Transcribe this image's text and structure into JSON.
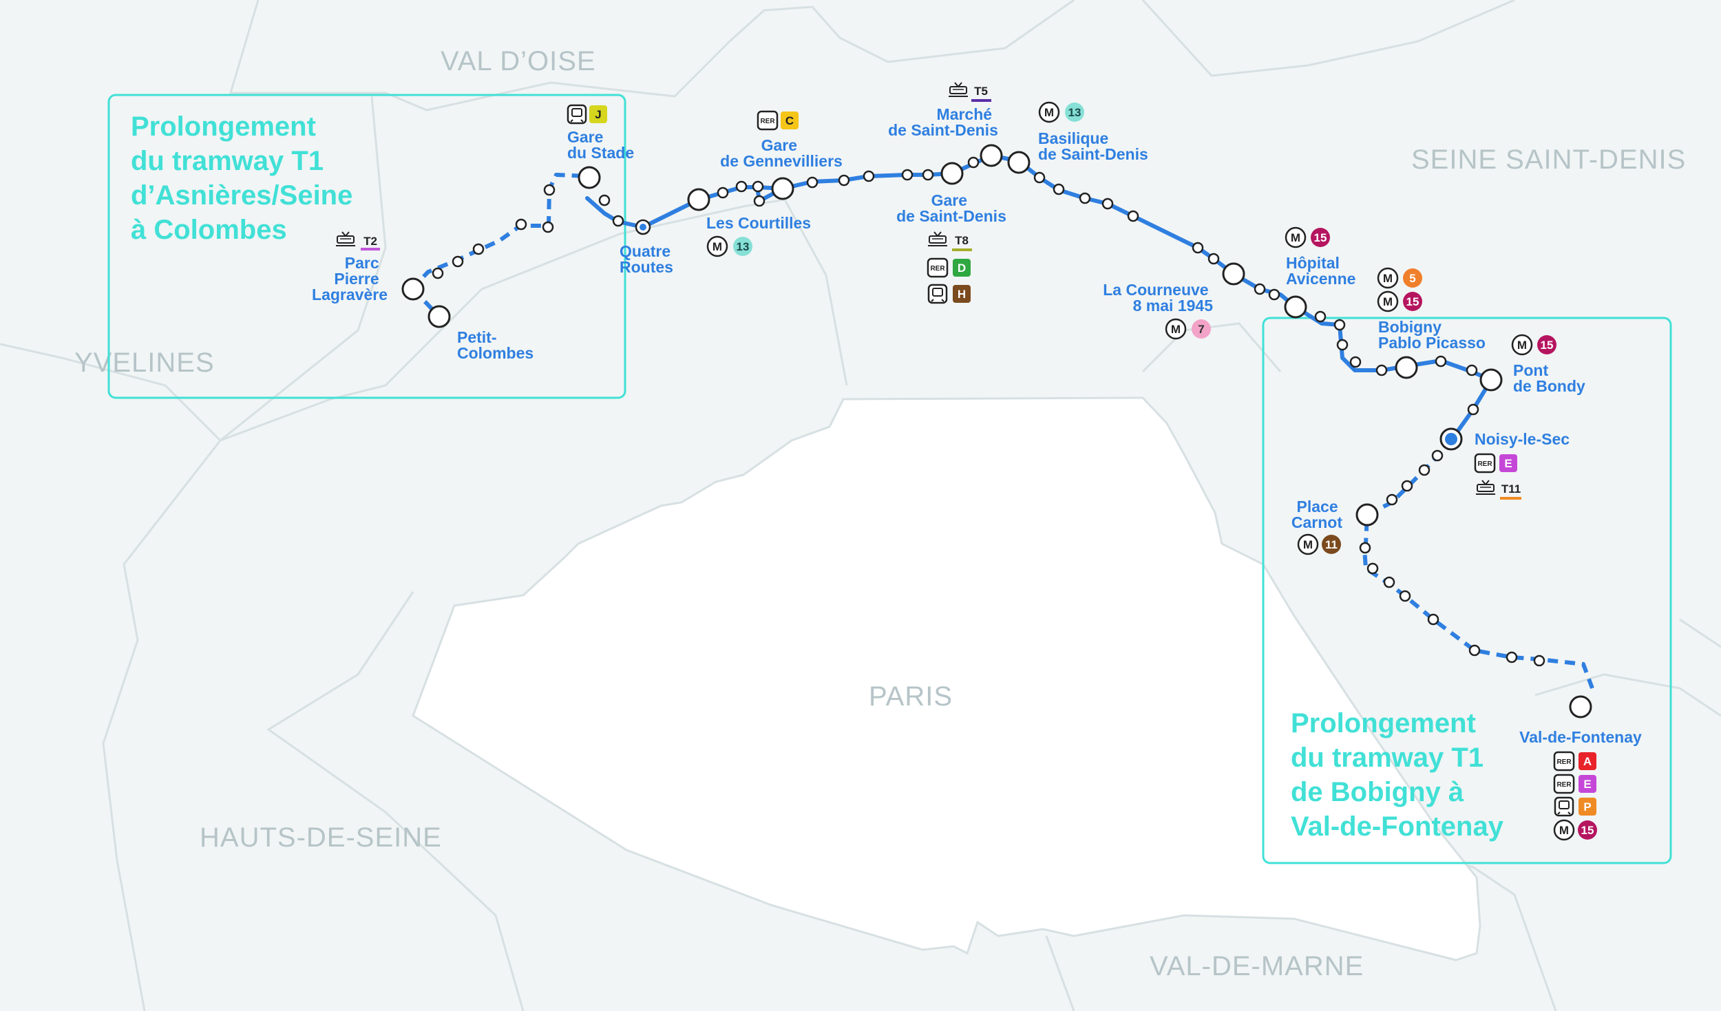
{
  "colors": {
    "background": "#f1f5f5",
    "paris": "#ffffff",
    "borders": "#d7e0e2",
    "line": "#2f7fe0",
    "extension_box": "#41e0d6",
    "label_grey": "#b6c4c8"
  },
  "departments": {
    "val_doise": "VAL D’OISE",
    "seine_saint_denis": "SEINE SAINT-DENIS",
    "yvelines": "YVELINES",
    "hauts_de_seine": "HAUTS-DE-SEINE",
    "val_de_marne": "VAL-DE-MARNE",
    "paris": "PARIS"
  },
  "extensions": {
    "west": {
      "title": [
        "Prolongement",
        "du tramway T1",
        "d’Asnières/Seine",
        "à Colombes"
      ]
    },
    "east": {
      "title": [
        "Prolongement",
        "du tramway T1",
        "de Bobigny à",
        "Val-de-Fontenay"
      ]
    }
  },
  "stations": {
    "parc_pierre_lagravere": [
      "Parc",
      "Pierre",
      "Lagravère"
    ],
    "petit_colombes": [
      "Petit-",
      "Colombes"
    ],
    "gare_du_stade": [
      "Gare",
      "du Stade"
    ],
    "quatre_routes": [
      "Quatre",
      "Routes"
    ],
    "les_courtilles": [
      "Les Courtilles"
    ],
    "gare_de_gennevilliers": [
      "Gare",
      "de Gennevilliers"
    ],
    "marche_de_saint_denis": [
      "Marché",
      "de Saint-Denis"
    ],
    "gare_de_saint_denis": [
      "Gare",
      "de Saint-Denis"
    ],
    "basilique_de_saint_denis": [
      "Basilique",
      "de Saint-Denis"
    ],
    "la_courneuve": [
      "La Courneuve",
      "8 mai 1945"
    ],
    "hopital_avicenne": [
      "Hôpital",
      "Avicenne"
    ],
    "bobigny_pablo_picasso": [
      "Bobigny",
      "Pablo Picasso"
    ],
    "pont_de_bondy": [
      "Pont",
      "de Bondy"
    ],
    "noisy_le_sec": [
      "Noisy-le-Sec"
    ],
    "place_carnot": [
      "Place",
      "Carnot"
    ],
    "val_de_fontenay": [
      "Val-de-Fontenay"
    ]
  },
  "badges": {
    "J": {
      "label": "J",
      "color": "#d6d61e",
      "text": "#222222"
    },
    "C": {
      "label": "C",
      "color": "#f5c518",
      "text": "#222222"
    },
    "D": {
      "label": "D",
      "color": "#2fa842",
      "text": "#ffffff"
    },
    "H": {
      "label": "H",
      "color": "#7b4a1e",
      "text": "#ffffff"
    },
    "E": {
      "label": "E",
      "color": "#c547d8",
      "text": "#ffffff"
    },
    "A": {
      "label": "A",
      "color": "#e8232a",
      "text": "#ffffff"
    },
    "P": {
      "label": "P",
      "color": "#f08a24",
      "text": "#ffffff"
    },
    "m13": {
      "label": "13",
      "color": "#86e0d6",
      "text": "#1a4a4a"
    },
    "m15": {
      "label": "15",
      "color": "#b5155f",
      "text": "#ffffff"
    },
    "m5": {
      "label": "5",
      "color": "#f07f2b",
      "text": "#ffffff"
    },
    "m7": {
      "label": "7",
      "color": "#f3a3c8",
      "text": "#333333"
    },
    "m11": {
      "label": "11",
      "color": "#7b4a1e",
      "text": "#ffffff"
    },
    "T2": {
      "label": "T2",
      "color": "#c157d9"
    },
    "T5": {
      "label": "T5",
      "color": "#5a2fa6"
    },
    "T8": {
      "label": "T8",
      "color": "#a6ae2a"
    },
    "T11": {
      "label": "T11",
      "color": "#f08a24"
    },
    "rer": "RER",
    "metro": "M"
  }
}
